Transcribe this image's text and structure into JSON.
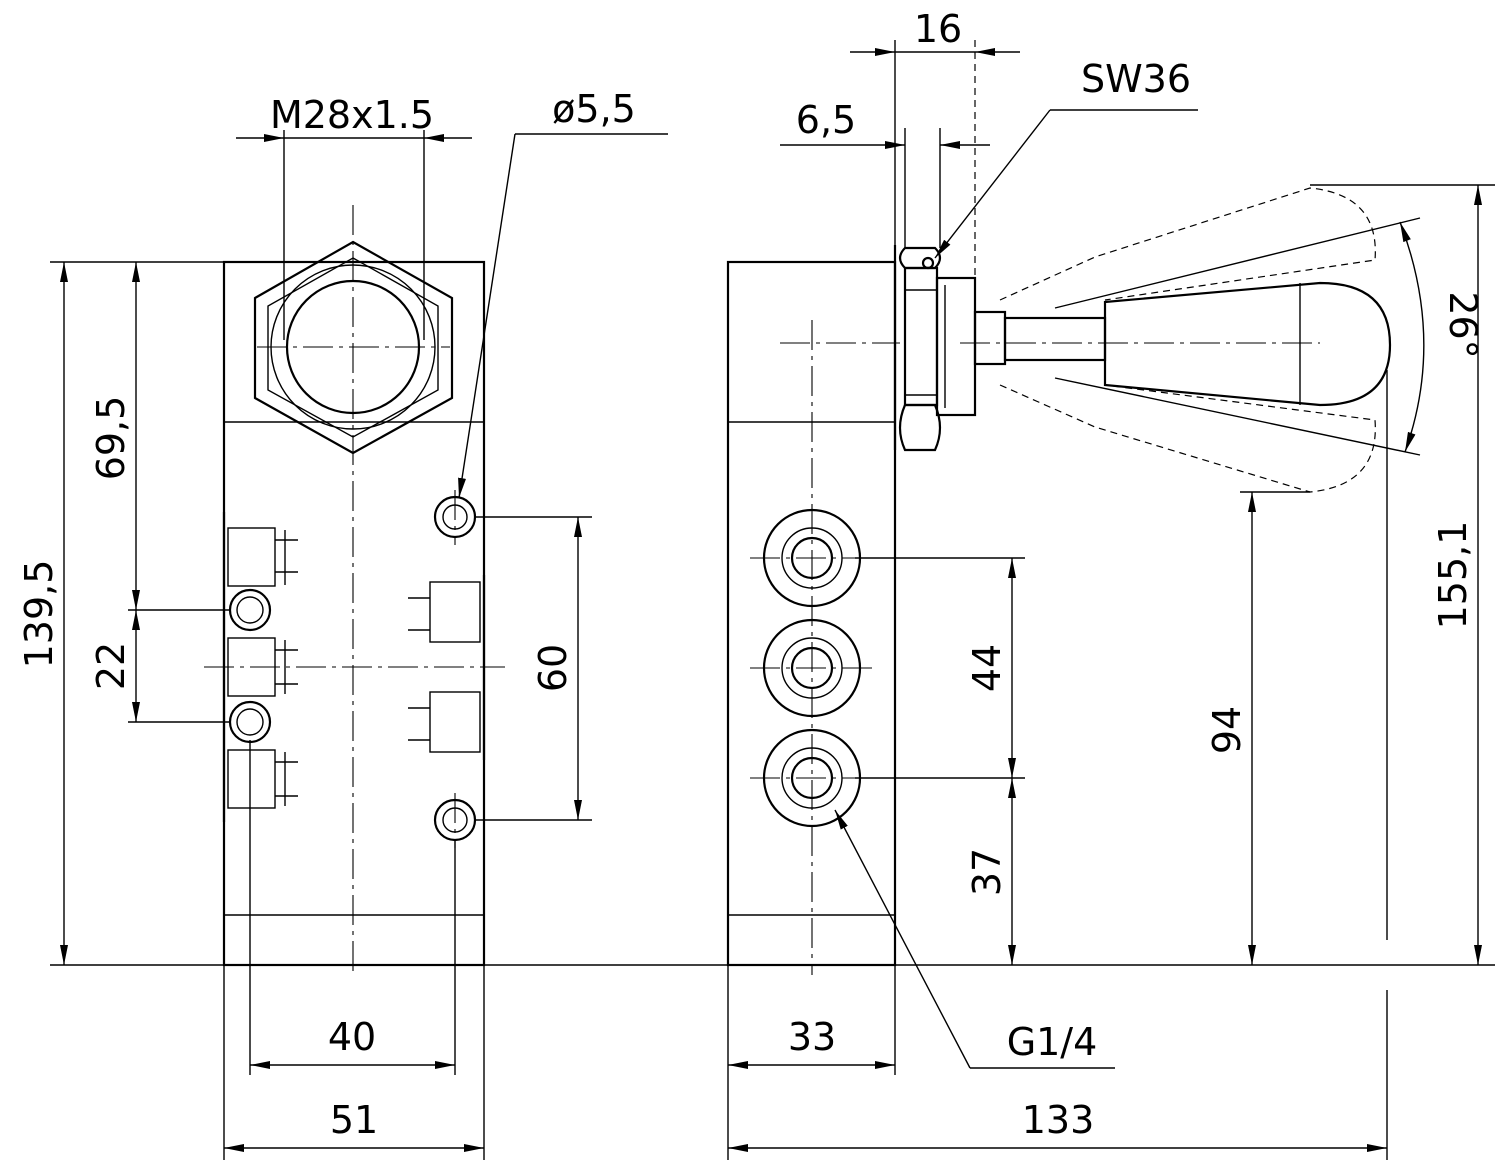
{
  "drawing": {
    "front_view": {
      "thread_label": "M28x1.5",
      "hole_diameter_label": "ø5,5",
      "height_total": "139,5",
      "height_upper": "69,5",
      "port_spacing": "22",
      "hole_spacing": "60",
      "width_inner": "40",
      "width_outer": "51"
    },
    "side_view": {
      "nut_thickness": "16",
      "flange_thickness": "6,5",
      "wrench_size": "SW36",
      "lever_angle": "26°",
      "total_height": "155,1",
      "lever_axis_height": "94",
      "port_spacing_upper": "44",
      "port_height_lower": "37",
      "body_depth": "33",
      "port_thread": "G1/4",
      "overall_length": "133"
    }
  }
}
